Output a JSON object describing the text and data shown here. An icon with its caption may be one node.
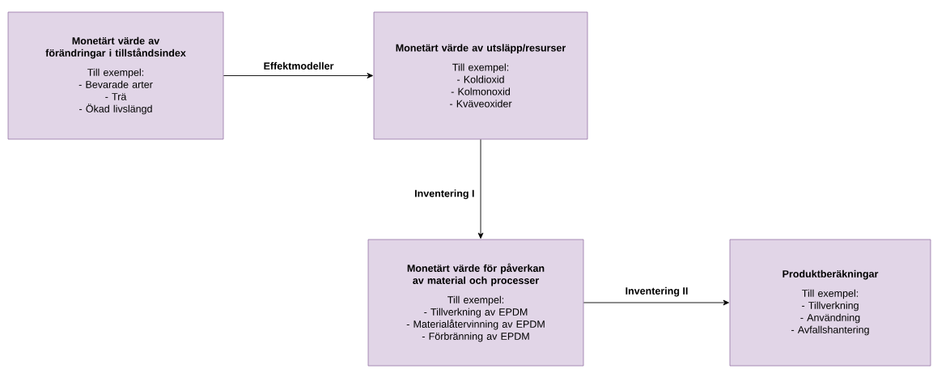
{
  "diagram": {
    "nodes": [
      {
        "text": [
          "Monetärt värde av förändringar i tillståndsindex",
          "Till exempel:",
          "- Bevarade arter",
          "- Trä",
          "- Ökad livslängd"
        ]
      },
      {
        "text": [
          "Monetärt värde av utsläpp/resurser",
          "Till exempel:",
          "- Koldioxid",
          "- Kolmonoxid",
          "- Kväveoxider"
        ]
      },
      {
        "text": [
          "Monetärt värde för påverkan av material och processer",
          "Till exempel:",
          "- Tillverkning av EPDM",
          "- Materialåtervinning av EPDM",
          "- Förbränning av EPDM"
        ]
      },
      {
        "text": [
          "Produktberäkningar",
          "Till exempel:",
          "- Tillverkning",
          "- Användning",
          "- Avfallshantering"
        ]
      }
    ],
    "edges": [
      {
        "from": 0,
        "to": 1,
        "arrow": "to",
        "label": "Effektmodeller"
      },
      {
        "from": 1,
        "to": 2,
        "arrow": "to",
        "label": "Inventering I"
      },
      {
        "from": 2,
        "to": 3,
        "arrow": "to",
        "label": "Inventering II"
      }
    ]
  }
}
